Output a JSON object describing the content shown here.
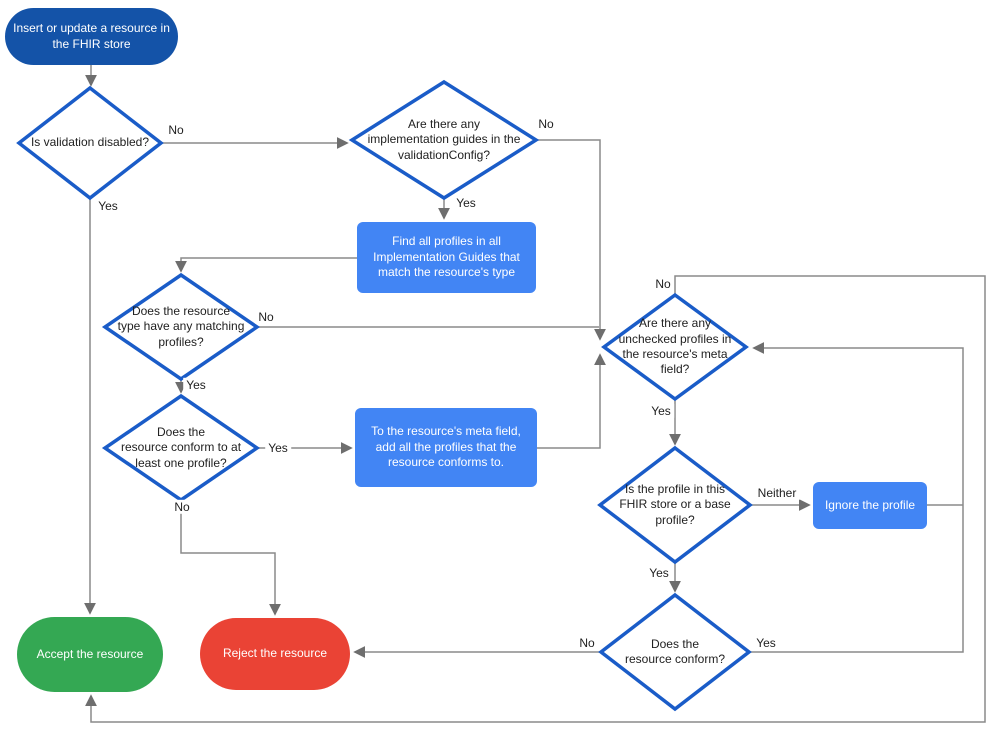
{
  "diagram": {
    "title": "FHIR store resource validation flowchart",
    "nodes": {
      "start": {
        "label": "Insert or update a resource in\nthe FHIR store"
      },
      "validation_disabled": {
        "label": "Is validation disabled?"
      },
      "implementation_guides": {
        "label": "Are there any\nimplementation guides in the\nvalidationConfig?"
      },
      "find_profiles": {
        "label": "Find all profiles in all\nImplementation Guides that\nmatch the resource's type"
      },
      "matching_profiles": {
        "label": "Does the resource\ntype have any matching\nprofiles?"
      },
      "conform_one_profile": {
        "label": "Does the\nresource conform to at\nleast one profile?"
      },
      "add_profiles": {
        "label": "To the resource's meta field,\nadd all the profiles that the\nresource conforms to."
      },
      "unchecked_profiles": {
        "label": "Are there any\nunchecked profiles in\nthe resource's meta\nfield?"
      },
      "profile_in_store": {
        "label": "Is the profile in this\nFHIR store or a base\nprofile?"
      },
      "ignore_profile": {
        "label": "Ignore the profile"
      },
      "resource_conform": {
        "label": "Does the\nresource conform?"
      },
      "accept": {
        "label": "Accept the resource"
      },
      "reject": {
        "label": "Reject the resource"
      }
    },
    "edge_labels": {
      "validation_disabled_no": "No",
      "validation_disabled_yes": "Yes",
      "implementation_guides_no": "No",
      "implementation_guides_yes": "Yes",
      "matching_profiles_no": "No",
      "matching_profiles_yes": "Yes",
      "conform_one_profile_yes": "Yes",
      "conform_one_profile_no": "No",
      "unchecked_profiles_no": "No",
      "unchecked_profiles_yes": "Yes",
      "profile_in_store_neither": "Neither",
      "profile_in_store_yes": "Yes",
      "resource_conform_no": "No",
      "resource_conform_yes": "Yes"
    },
    "colors": {
      "start_fill": "#1453A8",
      "diamond_border": "#1A5CC8",
      "process_fill": "#4285F4",
      "accept_fill": "#34A853",
      "reject_fill": "#EA4335",
      "connector": "#8a8a8a",
      "connector_arrow": "#6e6e6e"
    }
  }
}
